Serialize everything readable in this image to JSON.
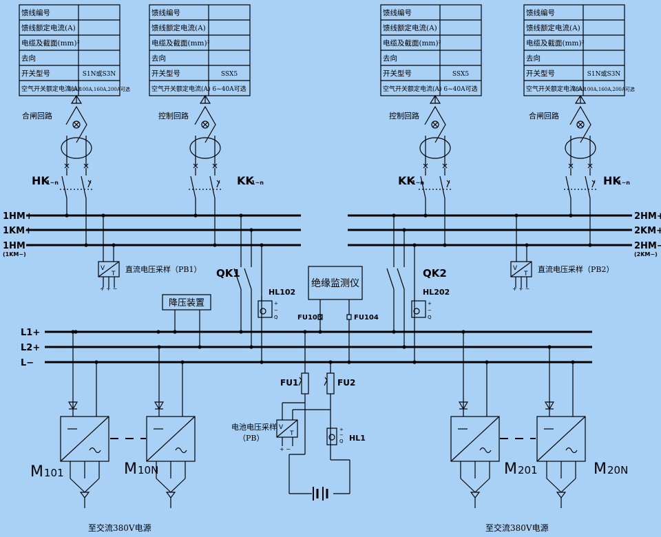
{
  "feeder_tables": [
    {
      "rows": [
        {
          "label": "馈线编号",
          "value": ""
        },
        {
          "label": "馈线额定电流(A)",
          "value": ""
        },
        {
          "label": "电缆及截面(mm)²",
          "value": ""
        },
        {
          "label": "去向",
          "value": ""
        },
        {
          "label": "开关型号",
          "value": "S1N或S3N"
        },
        {
          "label": "空气开关额定电流(A)",
          "value": "63A,100A,160A,200A可选"
        }
      ],
      "circuit_label": "合闸回路"
    },
    {
      "rows": [
        {
          "label": "馈线编号",
          "value": ""
        },
        {
          "label": "馈线额定电流(A)",
          "value": ""
        },
        {
          "label": "电缆及截面(mm)²",
          "value": ""
        },
        {
          "label": "去向",
          "value": ""
        },
        {
          "label": "开关型号",
          "value": "SSX5"
        },
        {
          "label": "空气开关额定电流(A)",
          "value": "6~40A可选"
        }
      ],
      "circuit_label": "控制回路"
    },
    {
      "rows": [
        {
          "label": "馈线编号",
          "value": ""
        },
        {
          "label": "馈线额定电流(A)",
          "value": ""
        },
        {
          "label": "电缆及截面(mm)²",
          "value": ""
        },
        {
          "label": "去向",
          "value": ""
        },
        {
          "label": "开关型号",
          "value": "SSX5"
        },
        {
          "label": "空气开关额定电流(A)",
          "value": "6~40A可选"
        }
      ],
      "circuit_label": "控制回路"
    },
    {
      "rows": [
        {
          "label": "馈线编号",
          "value": ""
        },
        {
          "label": "馈线额定电流(A)",
          "value": ""
        },
        {
          "label": "电缆及截面(mm)²",
          "value": ""
        },
        {
          "label": "去向",
          "value": ""
        },
        {
          "label": "开关型号",
          "value": "S1N或S3N"
        },
        {
          "label": "空气开关额定电流(A)",
          "value": "63A,100A,160A,200A可选"
        }
      ],
      "circuit_label": "合闸回路"
    }
  ],
  "switch_labels": {
    "hk_left": "HK",
    "kk_left": "KK",
    "kk_right": "KK",
    "hk_right": "HK",
    "sub": "1~n"
  },
  "bus_left": {
    "hm": "1HM+",
    "km": "1KM+",
    "hm_minus": "1HM−",
    "hm_minus_sub": "(1KM−)"
  },
  "bus_right": {
    "hm": "2HM+",
    "km": "2KM+",
    "hm_minus": "2HM−",
    "hm_minus_sub": "(2KM−)"
  },
  "voltage_sampling_left": "直流电压采样（PB1）",
  "voltage_sampling_right": "直流电压采样（PB2）",
  "qk1": "QK1",
  "qk2": "QK2",
  "hl102": "HL102",
  "hl202": "HL202",
  "hl1": "HL1",
  "insulation_monitor": "绝缘监测仪",
  "fu103": "FU103",
  "fu104": "FU104",
  "fu1": "FU1",
  "fu2": "FU2",
  "step_down": "降压装置",
  "main_bus": {
    "l1": "L1+",
    "l2": "L2+",
    "lm": "L−"
  },
  "battery_sampling": "电池电压采样",
  "battery_sampling_pb": "（PB）",
  "modules": [
    {
      "name": "M",
      "sub": "101"
    },
    {
      "name": "M",
      "sub": "10N"
    },
    {
      "name": "M",
      "sub": "201"
    },
    {
      "name": "M",
      "sub": "20N"
    }
  ],
  "ac_source_left": "至交流380V电源",
  "ac_source_right": "至交流380V电源",
  "colors": {
    "background": "#a9d0f5",
    "line": "#000000"
  }
}
